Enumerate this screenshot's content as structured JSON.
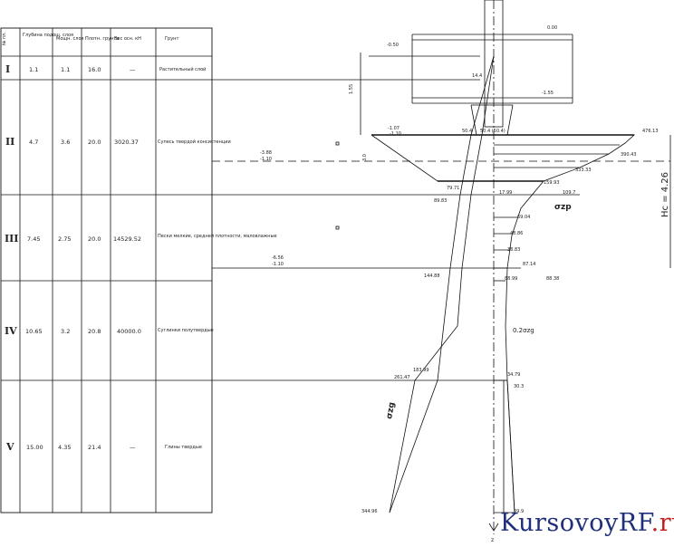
{
  "header": {
    "col1": "№ пл.",
    "col2": "Глубина подош. слоя",
    "col3": "Мощн. слоя",
    "col4": "Плотн. грунта",
    "col5": "Вес осн. кН",
    "col6": "Грунт"
  },
  "rows": [
    {
      "roman": "I",
      "c2": "1.1",
      "c3": "1.1",
      "c4": "16.0",
      "c5": "—",
      "soil": "Растительный слой"
    },
    {
      "roman": "II",
      "c2": "4.7",
      "c3": "3.6",
      "c4": "20.0",
      "c5": "3020.37",
      "soil": "Супесь твердой консистенции"
    },
    {
      "roman": "III",
      "c2": "7.45",
      "c3": "2.75",
      "c4": "20.0",
      "c5": "14529.52",
      "soil": "Пески мелкие, средней плотности, маловлажные"
    },
    {
      "roman": "IV",
      "c2": "10.65",
      "c3": "3.2",
      "c4": "20.8",
      "c5": "40000.0",
      "soil": "Суглинки полутвердые"
    },
    {
      "roman": "V",
      "c2": "15.00",
      "c3": "4.35",
      "c4": "21.4",
      "c5": "—",
      "soil": "Глины твердые"
    }
  ],
  "marks": {
    "m_top": "0.00",
    "m_up": "-0.50",
    "m_low": "-1.55",
    "m_left": "-0.50",
    "m_find": "-1.07",
    "m_found_sub": "-1.10",
    "m_groundwater": "-3.88",
    "m_gw_sub": "-1.10",
    "m_sand": "-6.56",
    "m_sand_sub": "-1.10",
    "dim_left": "1.55",
    "dim_z": "3.0"
  },
  "labels": {
    "v144": "14.4",
    "v504": "50.4",
    "v5034": "50.4 (50.4)",
    "v47613": "476.13",
    "v39043": "390.43",
    "v33333": "333.33",
    "v15993": "159.93",
    "v7971": "79.71",
    "v8983": "89.83",
    "v1799": "17.99",
    "v1097": "109.7",
    "v6904": "69.04",
    "v4886": "48.86",
    "v3883": "38.83",
    "v8714": "87.14",
    "v14488": "144.88",
    "v8899": "88.99",
    "v8838": "88.38",
    "v18399": "183.99",
    "v26147": "261.47",
    "v3479": "34.79",
    "v303": "30.3",
    "v34496": "344.96",
    "v699": "69.9",
    "sigma_zp": "σzp",
    "sigma_zg": "0.2σzg",
    "sigma_zg_main": "σzg",
    "hc": "Hc = 4.26",
    "z_axis": "z"
  },
  "watermark": {
    "brand": "KursovoyRF",
    "tld": ".ru"
  }
}
